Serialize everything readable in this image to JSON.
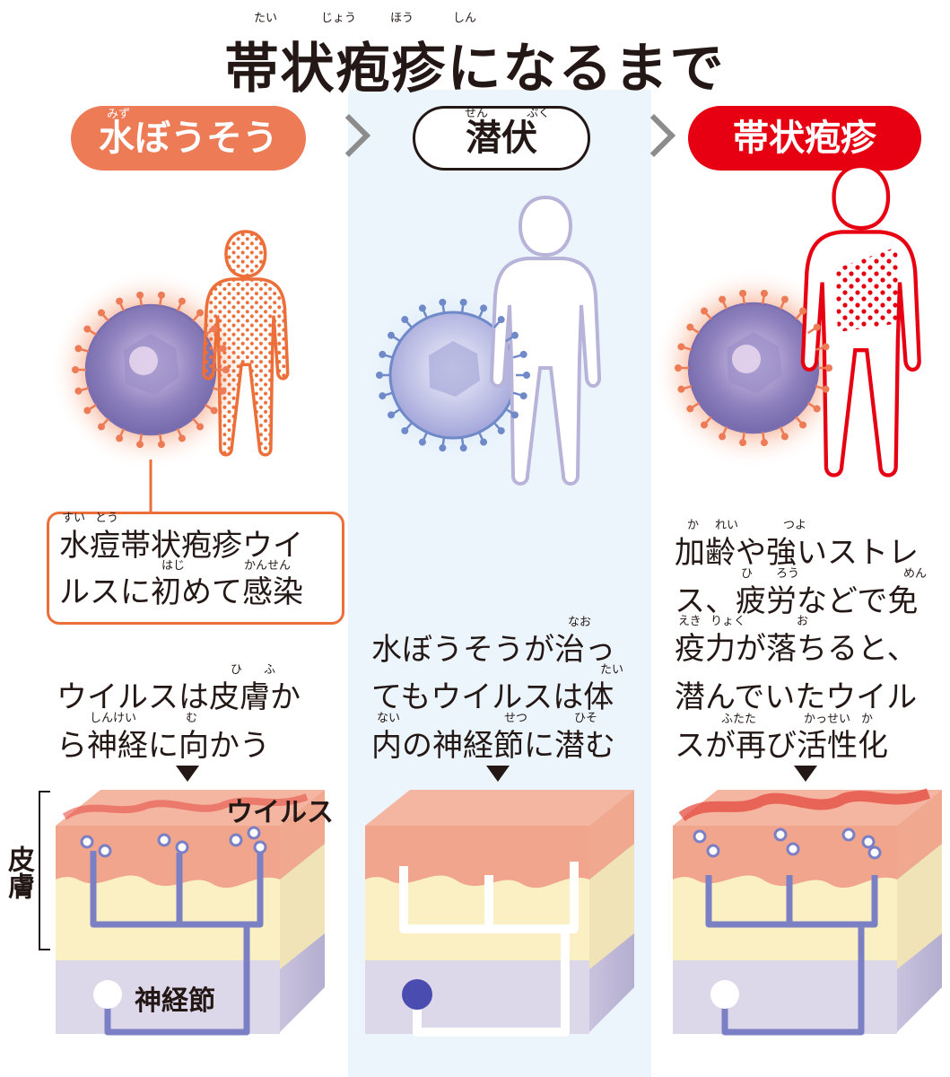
{
  "title": {
    "text": "帯状疱疹になるまで",
    "ruby": [
      "たい",
      "じょう",
      "ほう",
      "しん"
    ]
  },
  "stages": [
    {
      "label": "水ぼうそう",
      "ruby": "みず"
    },
    {
      "label": "潜伏",
      "ruby": [
        "せん",
        "ぷく"
      ]
    },
    {
      "label": "帯状疱疹"
    }
  ],
  "callout": {
    "lines": [
      "水痘帯状疱疹ウイ",
      "ルスに初めて感染"
    ],
    "ruby": [
      "すい",
      "とう",
      "はじ",
      "かんせん"
    ]
  },
  "descriptions": [
    {
      "lines": [
        "ウイルスは皮膚か",
        "ら神経に向かう"
      ],
      "ruby": [
        "ひ",
        "ふ",
        "しんけい",
        "む"
      ]
    },
    {
      "lines": [
        "水ぼうそうが治っ",
        "てもウイルスは体",
        "内の神経節に潜む"
      ],
      "ruby": [
        "なお",
        "たい",
        "ない",
        "せつ",
        "ひそ"
      ]
    },
    {
      "lines": [
        "加齢や強いストレ",
        "ス、疲労などで免",
        "疫力が落ちると、",
        "潜んでいたウイル",
        "スが再び活性化"
      ],
      "ruby": [
        "か",
        "れい",
        "つよ",
        "ひ",
        "ろう",
        "めん",
        "えき",
        "りょく",
        "お",
        "ふたた",
        "かっせい",
        "か"
      ]
    }
  ],
  "labels": {
    "virus": "ウイルス",
    "skin": "皮膚",
    "ganglion": "神経節"
  },
  "colors": {
    "orange": "#ec7b56",
    "red": "#e60012",
    "nerve": "#7b7fc4",
    "lavender": "#b7b3d9"
  }
}
